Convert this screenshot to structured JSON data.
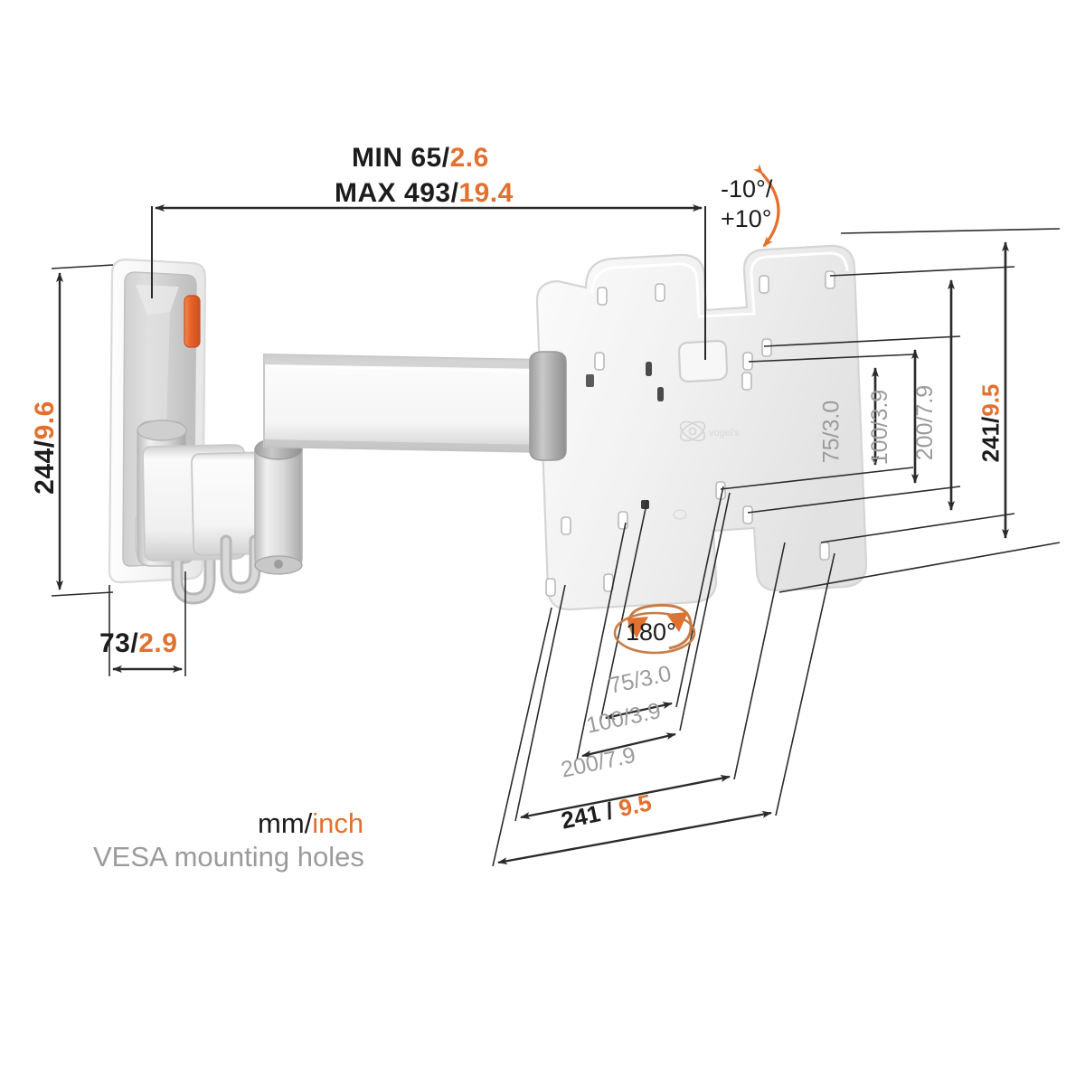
{
  "document": {
    "type": "technical-dimension-drawing",
    "subject": "full-motion TV wall mount bracket",
    "units_note_primary": "mm",
    "units_note_secondary": "inch"
  },
  "colors": {
    "orange": "#E2712F",
    "orange_tab": "#E8622A",
    "black": "#1c1c1c",
    "gray": "#9b9b9b",
    "line": "#2b2b2b",
    "product_light": "#f4f4f4",
    "product_mid": "#dcdcdc",
    "product_shadow": "#c3c3c3"
  },
  "dimensions": {
    "extension_min": {
      "prefix": "MIN",
      "mm": "65",
      "separator": "/",
      "inch": "2.6"
    },
    "extension_max": {
      "prefix": "MAX",
      "mm": "493",
      "separator": "/",
      "inch": "19.4"
    },
    "height": {
      "mm": "244",
      "separator": "/",
      "inch": "9.6"
    },
    "depth": {
      "mm": "73",
      "separator": "/",
      "inch": "2.9"
    },
    "vesa_vertical": [
      {
        "mm": "75",
        "separator": "/",
        "inch": "3.0",
        "style": "gray"
      },
      {
        "mm": "100",
        "separator": "/",
        "inch": "3.9",
        "style": "gray"
      },
      {
        "mm": "200",
        "separator": "/",
        "inch": "7.9",
        "style": "gray"
      },
      {
        "mm": "241",
        "separator": "/",
        "inch": "9.5",
        "style": "black-orange"
      }
    ],
    "vesa_horizontal": [
      {
        "mm": "75",
        "separator": "/",
        "inch": "3.0",
        "style": "gray"
      },
      {
        "mm": "100",
        "separator": "/",
        "inch": "3.9",
        "style": "gray"
      },
      {
        "mm": "200",
        "separator": "/",
        "inch": "7.9",
        "style": "gray"
      },
      {
        "mm": "241",
        "separator": "/",
        "inch": "9.5",
        "style": "black-orange"
      }
    ]
  },
  "angles": {
    "tilt": {
      "line1": "-10°/",
      "line2": "+10°"
    },
    "swivel": {
      "value": "180°"
    }
  },
  "legend": {
    "units_mm": "mm",
    "units_separator": "/",
    "units_inch": "inch",
    "vesa_caption": "VESA mounting holes"
  },
  "brand": {
    "logo_name": "vogels-logo"
  }
}
